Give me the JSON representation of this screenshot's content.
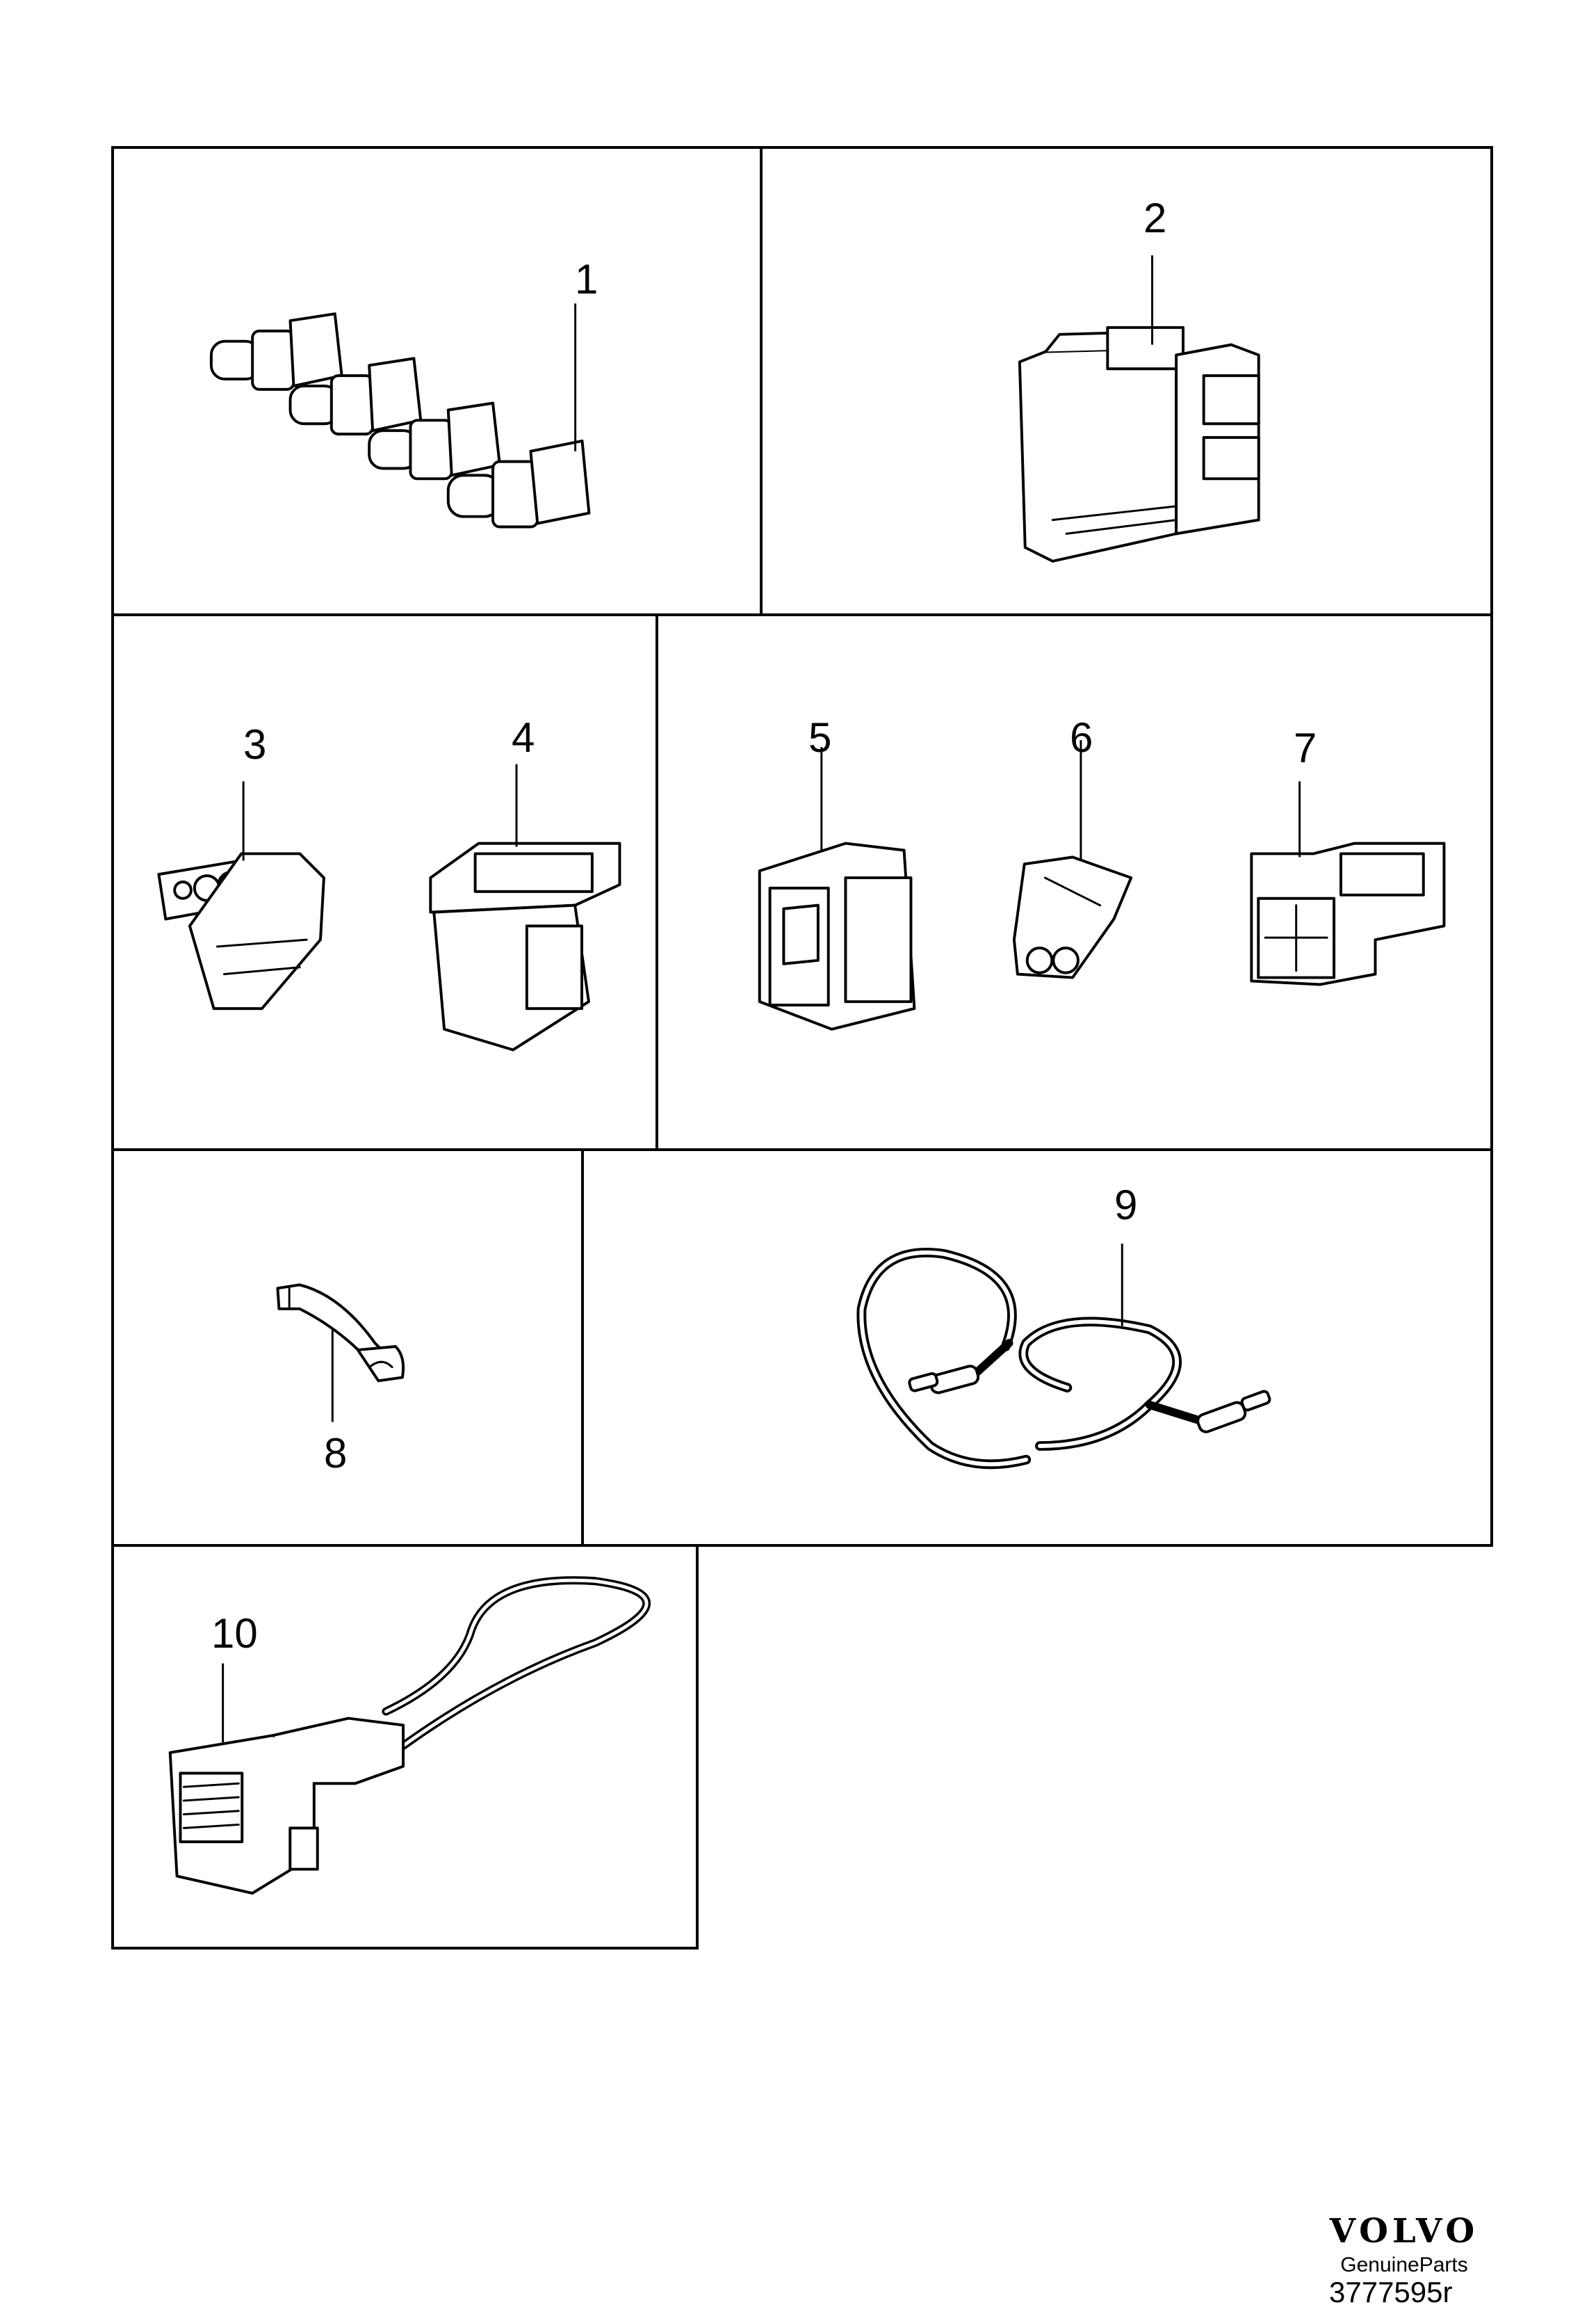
{
  "callouts": {
    "p1": "1",
    "p2": "2",
    "p3": "3",
    "p4": "4",
    "p5": "5",
    "p6": "6",
    "p7": "7",
    "p8": "8",
    "p9": "9",
    "p10": "10"
  },
  "brand": {
    "logo": "VOLVO",
    "subtitle": "GenuineParts"
  },
  "figure_number": "3777595r"
}
